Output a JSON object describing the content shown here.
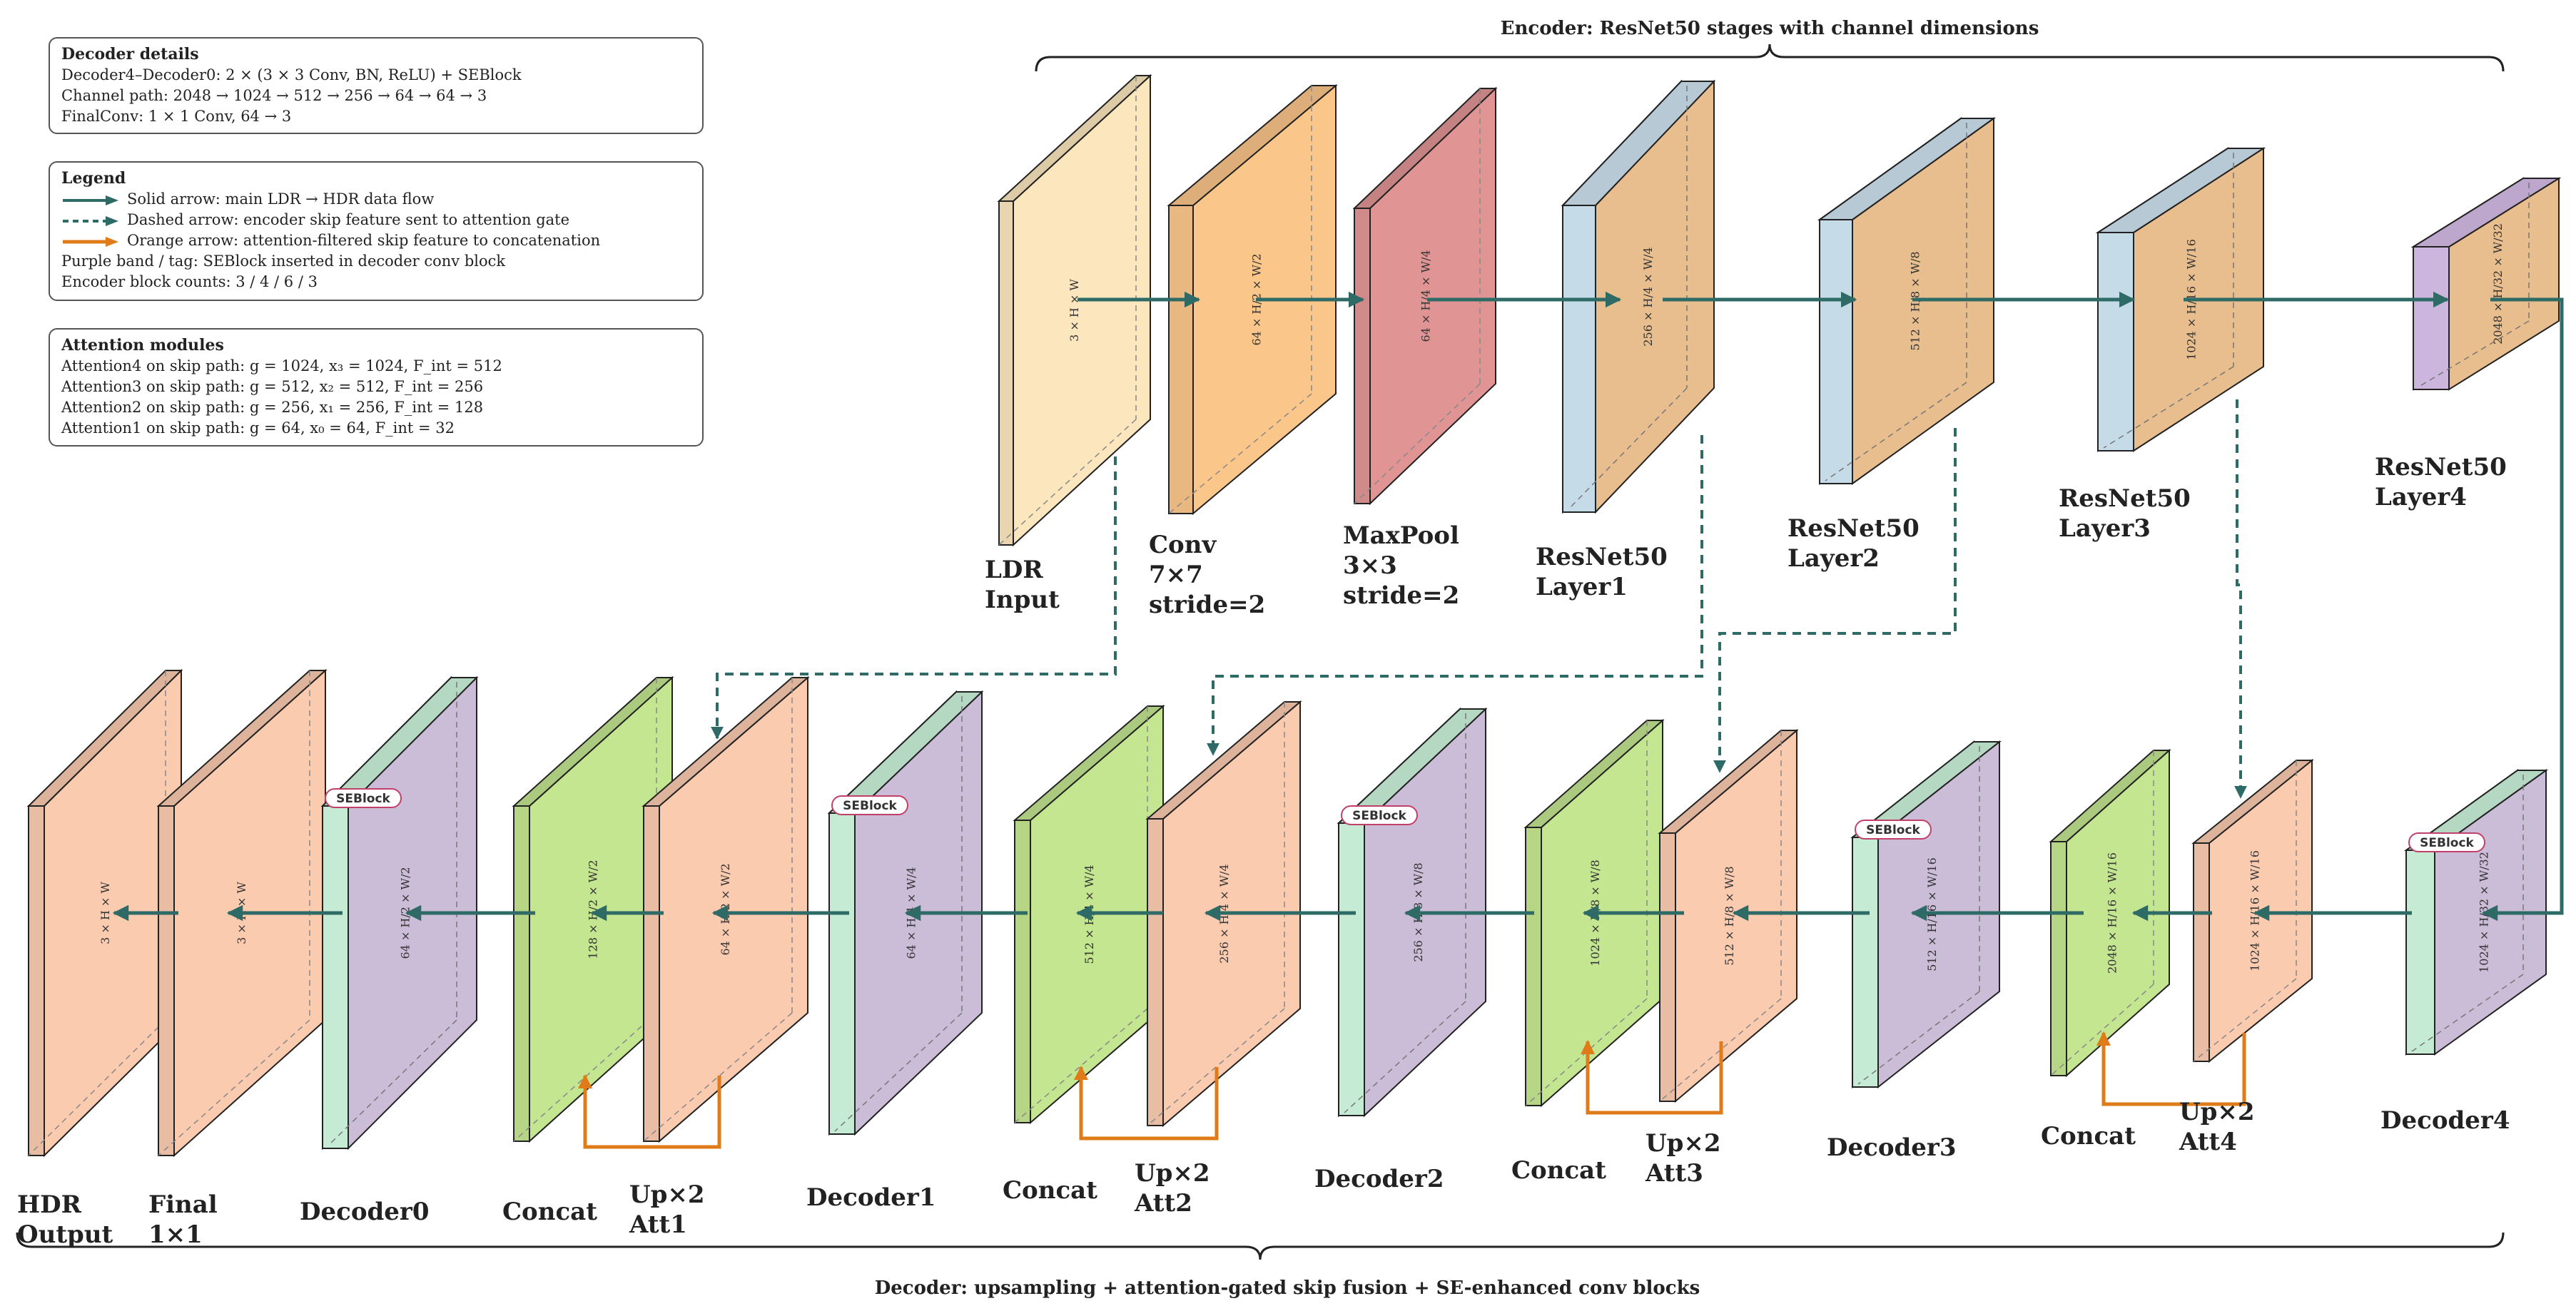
{
  "encoder_brace_label": "Encoder: ResNet50 stages with channel dimensions",
  "decoder_brace_label": "Decoder: upsampling + attention-gated skip fusion + SE-enhanced conv blocks",
  "se_tag": "SEBlock",
  "decoder_details": {
    "title": "Decoder details",
    "lines": [
      "Decoder4–Decoder0: 2 × (3 × 3 Conv, BN, ReLU) + SEBlock",
      "Channel path: 2048 → 1024 → 512 → 256 → 64 → 64 → 3",
      "FinalConv: 1 × 1 Conv, 64 → 3"
    ]
  },
  "legend": {
    "title": "Legend",
    "solid": "Solid arrow: main LDR → HDR data flow",
    "dashed": "Dashed arrow: encoder skip feature sent to attention gate",
    "orange": "Orange arrow: attention-filtered skip feature to concatenation",
    "purple": "Purple band / tag: SEBlock inserted in decoder conv block",
    "counts": "Encoder block counts: 3 / 4 / 6 / 3"
  },
  "attention": {
    "title": "Attention modules",
    "lines": [
      "Attention4 on skip path: g = 1024, x₃ = 1024, F_int = 512",
      "Attention3 on skip path: g = 512, x₂ = 512, F_int = 256",
      "Attention2 on skip path: g = 256, x₁ = 256, F_int = 128",
      "Attention1 on skip path: g = 64, x₀ = 64, F_int = 32"
    ]
  },
  "colors": {
    "flow": "#2f6b66",
    "orange": "#e07b1a",
    "input": "#fbe6bd",
    "conv": "#fbc68a",
    "pool": "#e09494",
    "resnet": "#e9be8e",
    "skipband": "#c6dbe8",
    "se_purple": "#cdb6de",
    "decoder": "#cbbcd8",
    "decoder_band": "#c5ebd4",
    "concat": "#c4e690",
    "upsample": "#fbcbb0"
  },
  "encoder_blocks": [
    {
      "id": "ldr",
      "name": [
        "LDR",
        "Input"
      ],
      "dim": "3 × H × W"
    },
    {
      "id": "conv",
      "name": [
        "Conv",
        "7×7",
        "stride=2"
      ],
      "dim": "64 × H/2 × W/2"
    },
    {
      "id": "maxpool",
      "name": [
        "MaxPool",
        "3×3",
        "stride=2"
      ],
      "dim": "64 × H/4 × W/4"
    },
    {
      "id": "layer1",
      "name": [
        "ResNet50",
        "Layer1"
      ],
      "dim": "256 × H/4 × W/4"
    },
    {
      "id": "layer2",
      "name": [
        "ResNet50",
        "Layer2"
      ],
      "dim": "512 × H/8 × W/8"
    },
    {
      "id": "layer3",
      "name": [
        "ResNet50",
        "Layer3"
      ],
      "dim": "1024 × H/16 × W/16"
    },
    {
      "id": "layer4",
      "name": [
        "ResNet50",
        "Layer4"
      ],
      "dim": "2048 × H/32 × W/32"
    }
  ],
  "decoder_blocks": [
    {
      "id": "hdr",
      "name": [
        "HDR",
        "Output"
      ],
      "dim": "3 × H × W"
    },
    {
      "id": "final",
      "name": [
        "Final",
        "1×1"
      ],
      "dim": "3 × H × W"
    },
    {
      "id": "dec0",
      "name": [
        "Decoder0"
      ],
      "dim": "64 × H/2 × W/2"
    },
    {
      "id": "concat1",
      "name": [
        "Concat"
      ],
      "dim": "128 × H/2 × W/2"
    },
    {
      "id": "up1",
      "name": [
        "Up×2",
        "Att1"
      ],
      "dim": "64 × H/2 × W/2"
    },
    {
      "id": "dec1",
      "name": [
        "Decoder1"
      ],
      "dim": "64 × H/4 × W/4"
    },
    {
      "id": "concat2",
      "name": [
        "Concat"
      ],
      "dim": "512 × H/4 × W/4"
    },
    {
      "id": "up2",
      "name": [
        "Up×2",
        "Att2"
      ],
      "dim": "256 × H/4 × W/4"
    },
    {
      "id": "dec2",
      "name": [
        "Decoder2"
      ],
      "dim": "256 × H/8 × W/8"
    },
    {
      "id": "concat3",
      "name": [
        "Concat"
      ],
      "dim": "1024 × H/8 × W/8"
    },
    {
      "id": "up3",
      "name": [
        "Up×2",
        "Att3"
      ],
      "dim": "512 × H/8 × W/8"
    },
    {
      "id": "dec3",
      "name": [
        "Decoder3"
      ],
      "dim": "512 × H/16 × W/16"
    },
    {
      "id": "concat4",
      "name": [
        "Concat"
      ],
      "dim": "2048 × H/16 × W/16"
    },
    {
      "id": "up4",
      "name": [
        "Up×2",
        "Att4"
      ],
      "dim": "1024 × H/16 × W/16"
    },
    {
      "id": "dec4",
      "name": [
        "Decoder4"
      ],
      "dim": "1024 × H/32 × W/32"
    }
  ]
}
